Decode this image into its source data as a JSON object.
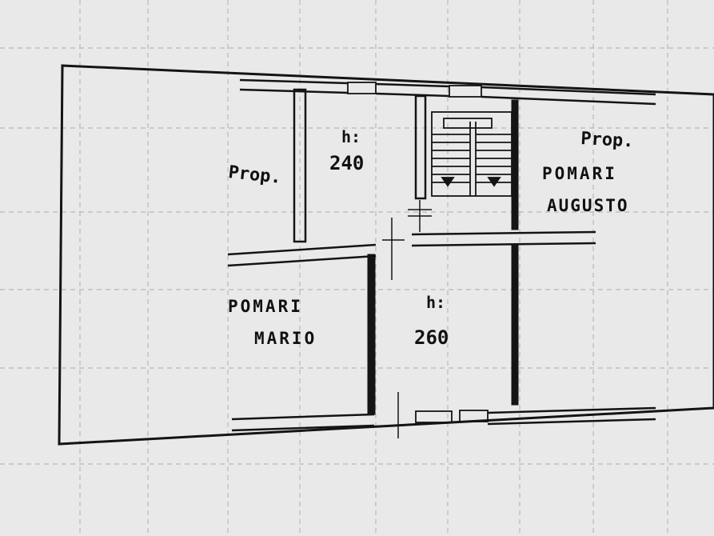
{
  "plan": {
    "labels": {
      "prop_left": "Prop.",
      "height_top": "h:",
      "height_top_value": "240",
      "prop_right": "Prop.",
      "owner_right_line1": "POMARI",
      "owner_right_line2": "AUGUSTO",
      "owner_left_line1": "POMARI",
      "owner_left_line2": "MARIO",
      "height_bottom": "h:",
      "height_bottom_value": "260"
    },
    "colors": {
      "paper": "#e9e9e9",
      "ink": "#141414",
      "grid": "#b9b9b9"
    }
  }
}
